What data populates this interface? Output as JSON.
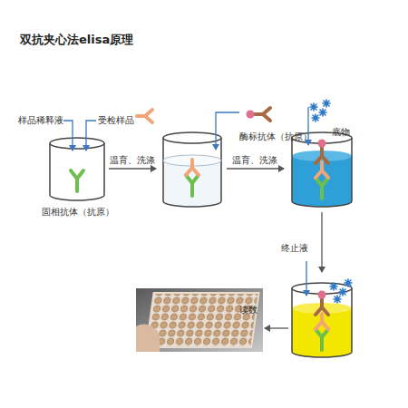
{
  "diagram": {
    "title": "双抗夹心法elisa原理",
    "labels": [
      "样品稀释液",
      "受检样品",
      "固相抗体（抗原）",
      "温育、洗涤",
      "酶标抗体（抗原）",
      "温育、洗涤",
      "底物",
      "终止液",
      "读数"
    ]
  }
}
